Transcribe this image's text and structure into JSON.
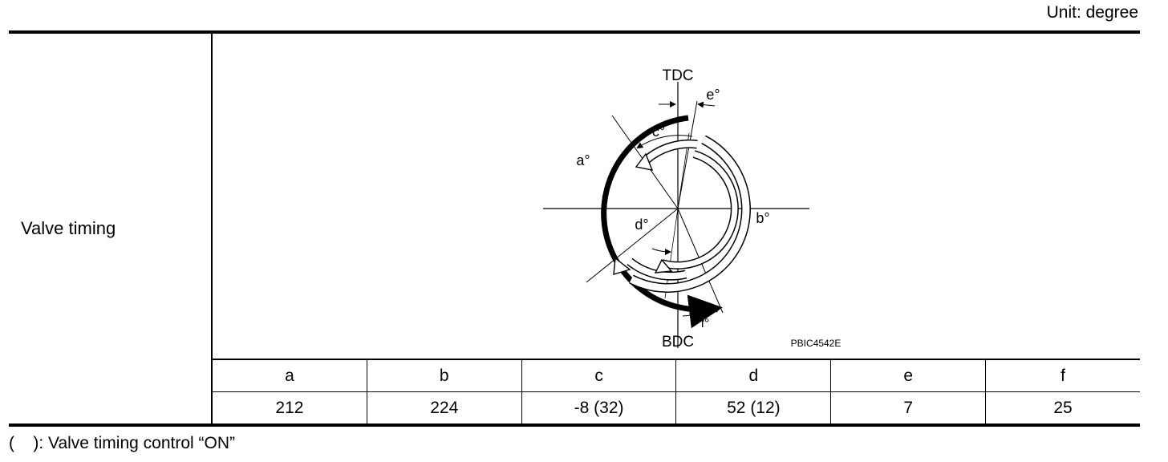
{
  "unit_label": "Unit: degree",
  "row_label": "Valve timing",
  "figure": {
    "top_label": "TDC",
    "bottom_label": "BDC",
    "angle_labels": [
      "a°",
      "b°",
      "c°",
      "d°",
      "e°",
      "f°"
    ],
    "figure_code": "PBIC4542E"
  },
  "table": {
    "headers": [
      "a",
      "b",
      "c",
      "d",
      "e",
      "f"
    ],
    "values": [
      "212",
      "224",
      "-8 (32)",
      "52 (12)",
      "7",
      "25"
    ]
  },
  "footnote": "(    ): Valve timing control “ON”"
}
